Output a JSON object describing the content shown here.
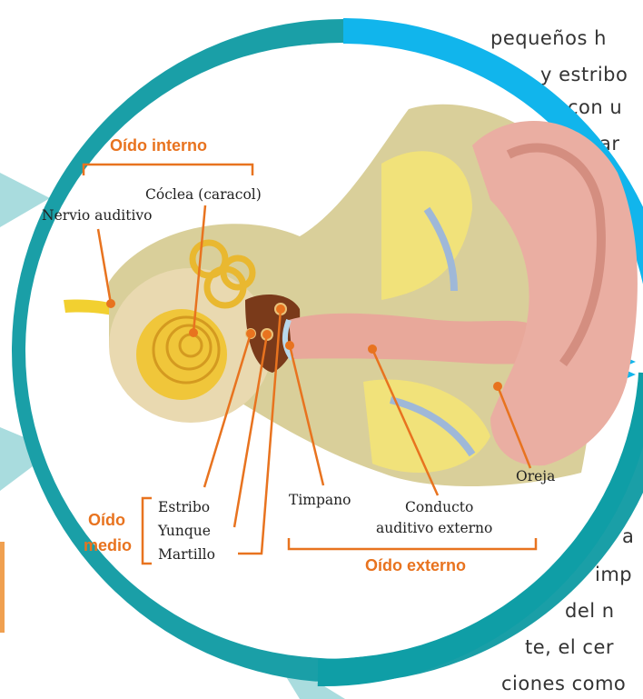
{
  "background_text": {
    "line1": "pequeños h",
    "line2": "y estribo",
    "line3": "con u",
    "line4": "car",
    "line5": "a",
    "line6": "imp",
    "line7": "del n",
    "line8": "te, el cer",
    "line9": "ciones como"
  },
  "diagram": {
    "group_inner": "Oído interno",
    "group_middle_1": "Oído",
    "group_middle_2": "medio",
    "group_outer": "Oído externo",
    "labels": {
      "cochlea": "Cóclea (caracol)",
      "nerve": "Nervio auditivo",
      "stirrup": "Estribo",
      "anvil": "Yunque",
      "hammer": "Martillo",
      "eardrum": "Timpano",
      "canal_1": "Conducto",
      "canal_2": "auditivo externo",
      "ear": "Oreja"
    }
  },
  "colors": {
    "accent": "#e8731f",
    "ring_blue": "#11b5ec",
    "ring_teal": "#1a9fa7",
    "pale_teal": "#a9dcde"
  }
}
